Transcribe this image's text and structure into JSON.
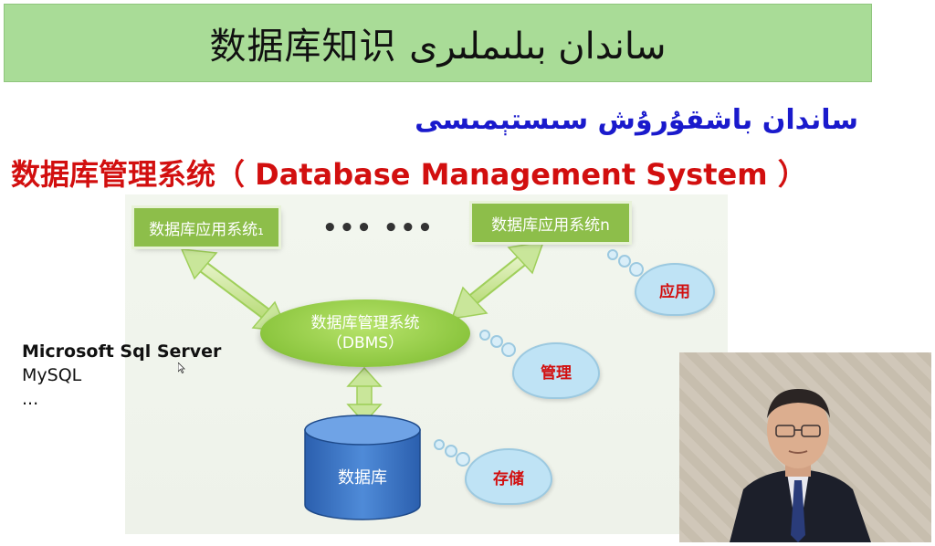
{
  "slide": {
    "title": "数据库知识 ساندان بىلىملىرى",
    "subtitle_uyghur": "ساندان باشقۇرۇش سىستېمىسى",
    "subtitle_chinese": "数据库管理系统（ Database Management System ）"
  },
  "diagram": {
    "app_box_1": "数据库应用系统₁",
    "app_box_n": "数据库应用系统n",
    "ellipsis": "•••  •••",
    "dbms_line1": "数据库管理系统",
    "dbms_line2": "（DBMS）",
    "database": "数据库",
    "cloud_application": "应用",
    "cloud_management": "管理",
    "cloud_storage": "存储"
  },
  "dbms_examples": {
    "item1": "Microsoft Sql Server",
    "item2": "MySQL",
    "item3": "..."
  },
  "colors": {
    "title_bg": "#a9dc97",
    "uyghur_text": "#1a1acc",
    "chinese_text": "#d20f0f",
    "box_green": "#8dbe4a",
    "cloud_blue": "#bfe3f5",
    "db_blue": "#3b73c4"
  },
  "icons": {
    "cursor": "mouse-pointer-icon"
  }
}
